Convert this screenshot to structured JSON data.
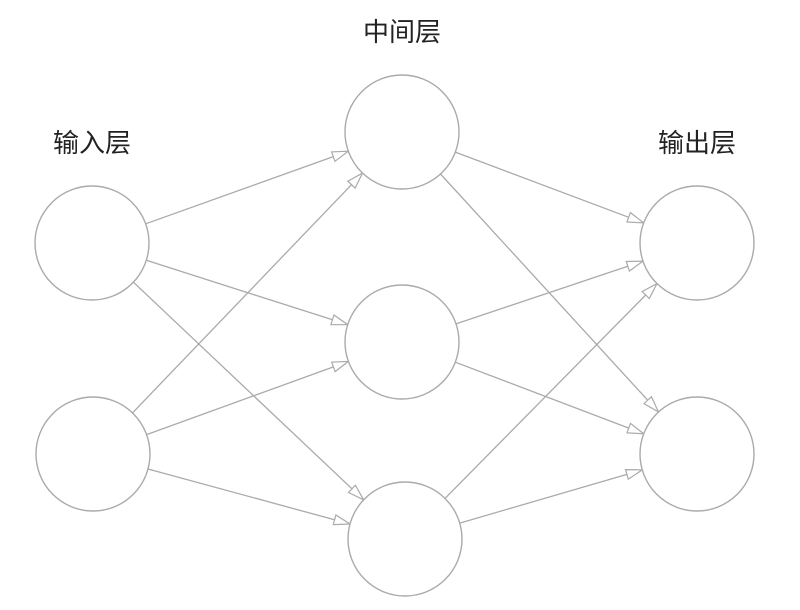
{
  "labels": {
    "input_layer": "输入层",
    "hidden_layer": "中间层",
    "output_layer": "输出层"
  },
  "network": {
    "layers": [
      {
        "key": "input",
        "nodes": 2
      },
      {
        "key": "hidden",
        "nodes": 3
      },
      {
        "key": "output",
        "nodes": 2
      }
    ],
    "connections": "fully-connected"
  },
  "colors": {
    "stroke": "#aaaaaa",
    "text": "#222222",
    "background": "#ffffff"
  }
}
